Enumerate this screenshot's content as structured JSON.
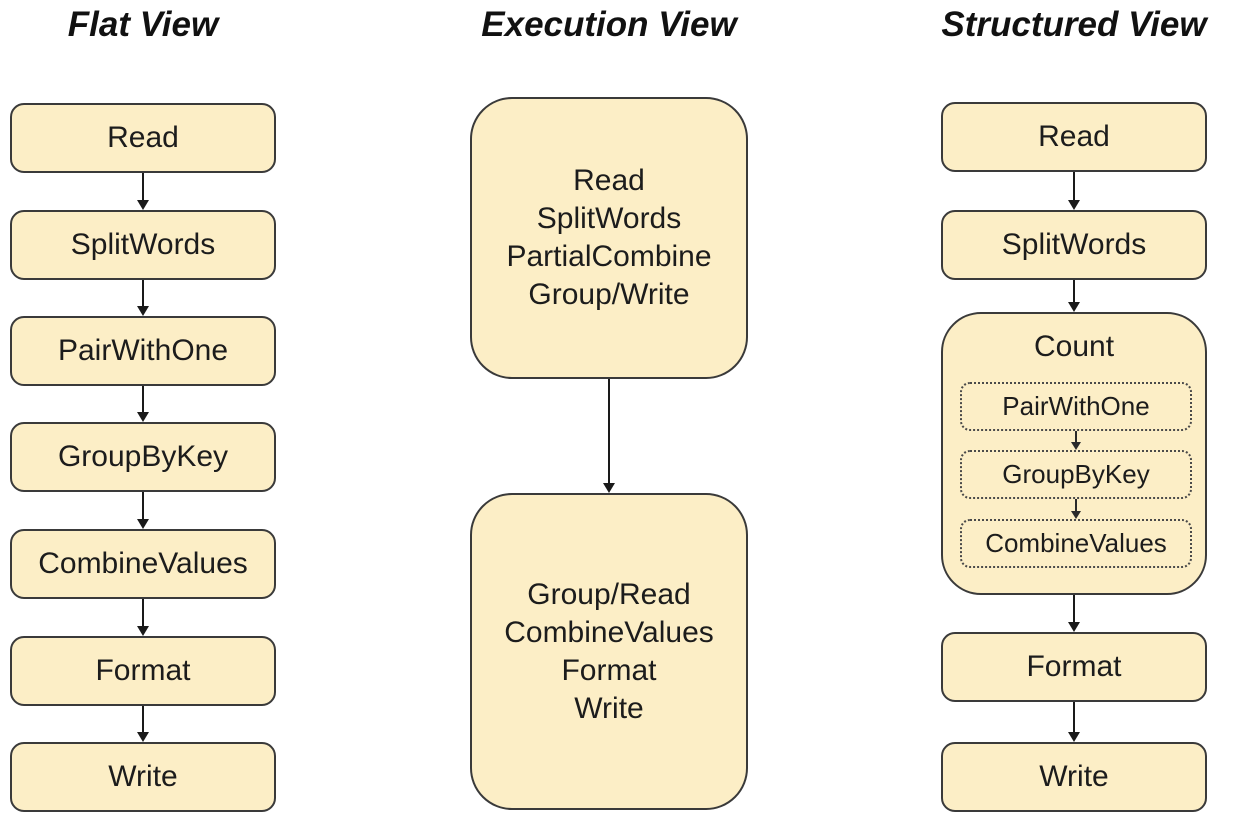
{
  "diagram": {
    "colors": {
      "node_fill": "#FCEEC6",
      "node_border": "#3a3a3a",
      "arrow": "#1a1a1a",
      "background": "#ffffff"
    },
    "columns": [
      {
        "title": "Flat View",
        "nodes": [
          "Read",
          "SplitWords",
          "PairWithOne",
          "GroupByKey",
          "CombineValues",
          "Format",
          "Write"
        ]
      },
      {
        "title": "Execution View",
        "stages": [
          {
            "lines": [
              "Read",
              "SplitWords",
              "PartialCombine",
              "Group/Write"
            ]
          },
          {
            "lines": [
              "Group/Read",
              "CombineValues",
              "Format",
              "Write"
            ]
          }
        ]
      },
      {
        "title": "Structured View",
        "nodes_top": [
          "Read",
          "SplitWords"
        ],
        "composite": {
          "label": "Count",
          "children": [
            "PairWithOne",
            "GroupByKey",
            "CombineValues"
          ]
        },
        "nodes_bottom": [
          "Format",
          "Write"
        ]
      }
    ]
  }
}
